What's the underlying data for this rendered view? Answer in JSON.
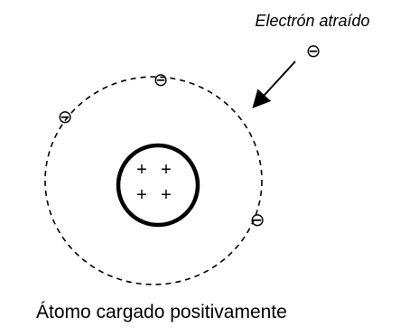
{
  "title_label": "Electrón atraído",
  "caption": "Átomo cargado positivamente",
  "nucleus": {
    "charges": [
      "+",
      "+",
      "+",
      "+"
    ]
  },
  "electrons": {
    "orbit_symbol": "⊖",
    "attracted_symbol": "⊖",
    "orbit_count": 3
  },
  "colors": {
    "ink": "#000000",
    "background": "#ffffff"
  }
}
